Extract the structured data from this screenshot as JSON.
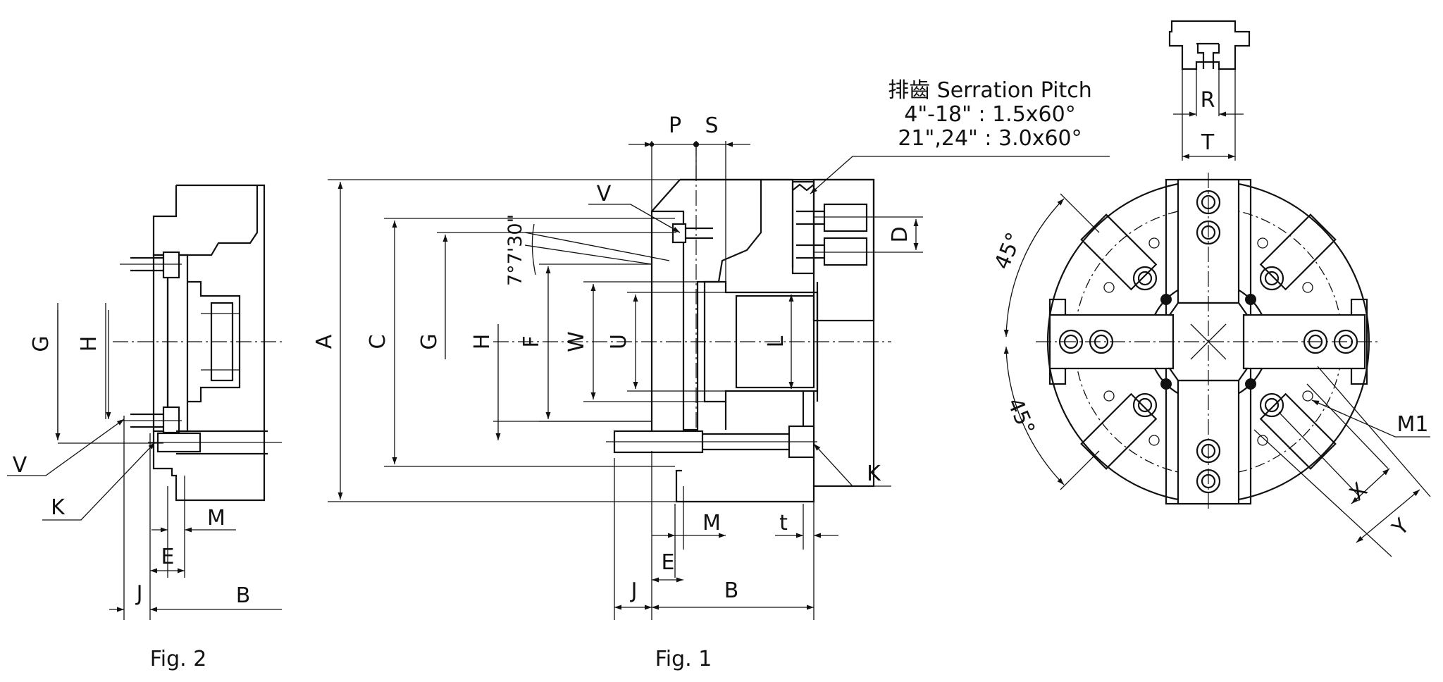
{
  "labels": {
    "A": "A",
    "B": "B",
    "C": "C",
    "D": "D",
    "E": "E",
    "F": "F",
    "G": "G",
    "H": "H",
    "J": "J",
    "K": "K",
    "L": "L",
    "M": "M",
    "M1": "M1",
    "P": "P",
    "R": "R",
    "S": "S",
    "T": "T",
    "t": "t",
    "U": "U",
    "V": "V",
    "W": "W",
    "X": "X",
    "Y": "Y"
  },
  "angles": {
    "taper": "7°7'30\"",
    "jaw_upper": "45°",
    "jaw_lower": "45°"
  },
  "serration": {
    "title": "排齒 Serration Pitch",
    "line1": "4\"-18\" : 1.5x60°",
    "line2": "21\",24\" : 3.0x60°"
  },
  "captions": {
    "fig1": "Fig. 1",
    "fig2": "Fig. 2"
  }
}
